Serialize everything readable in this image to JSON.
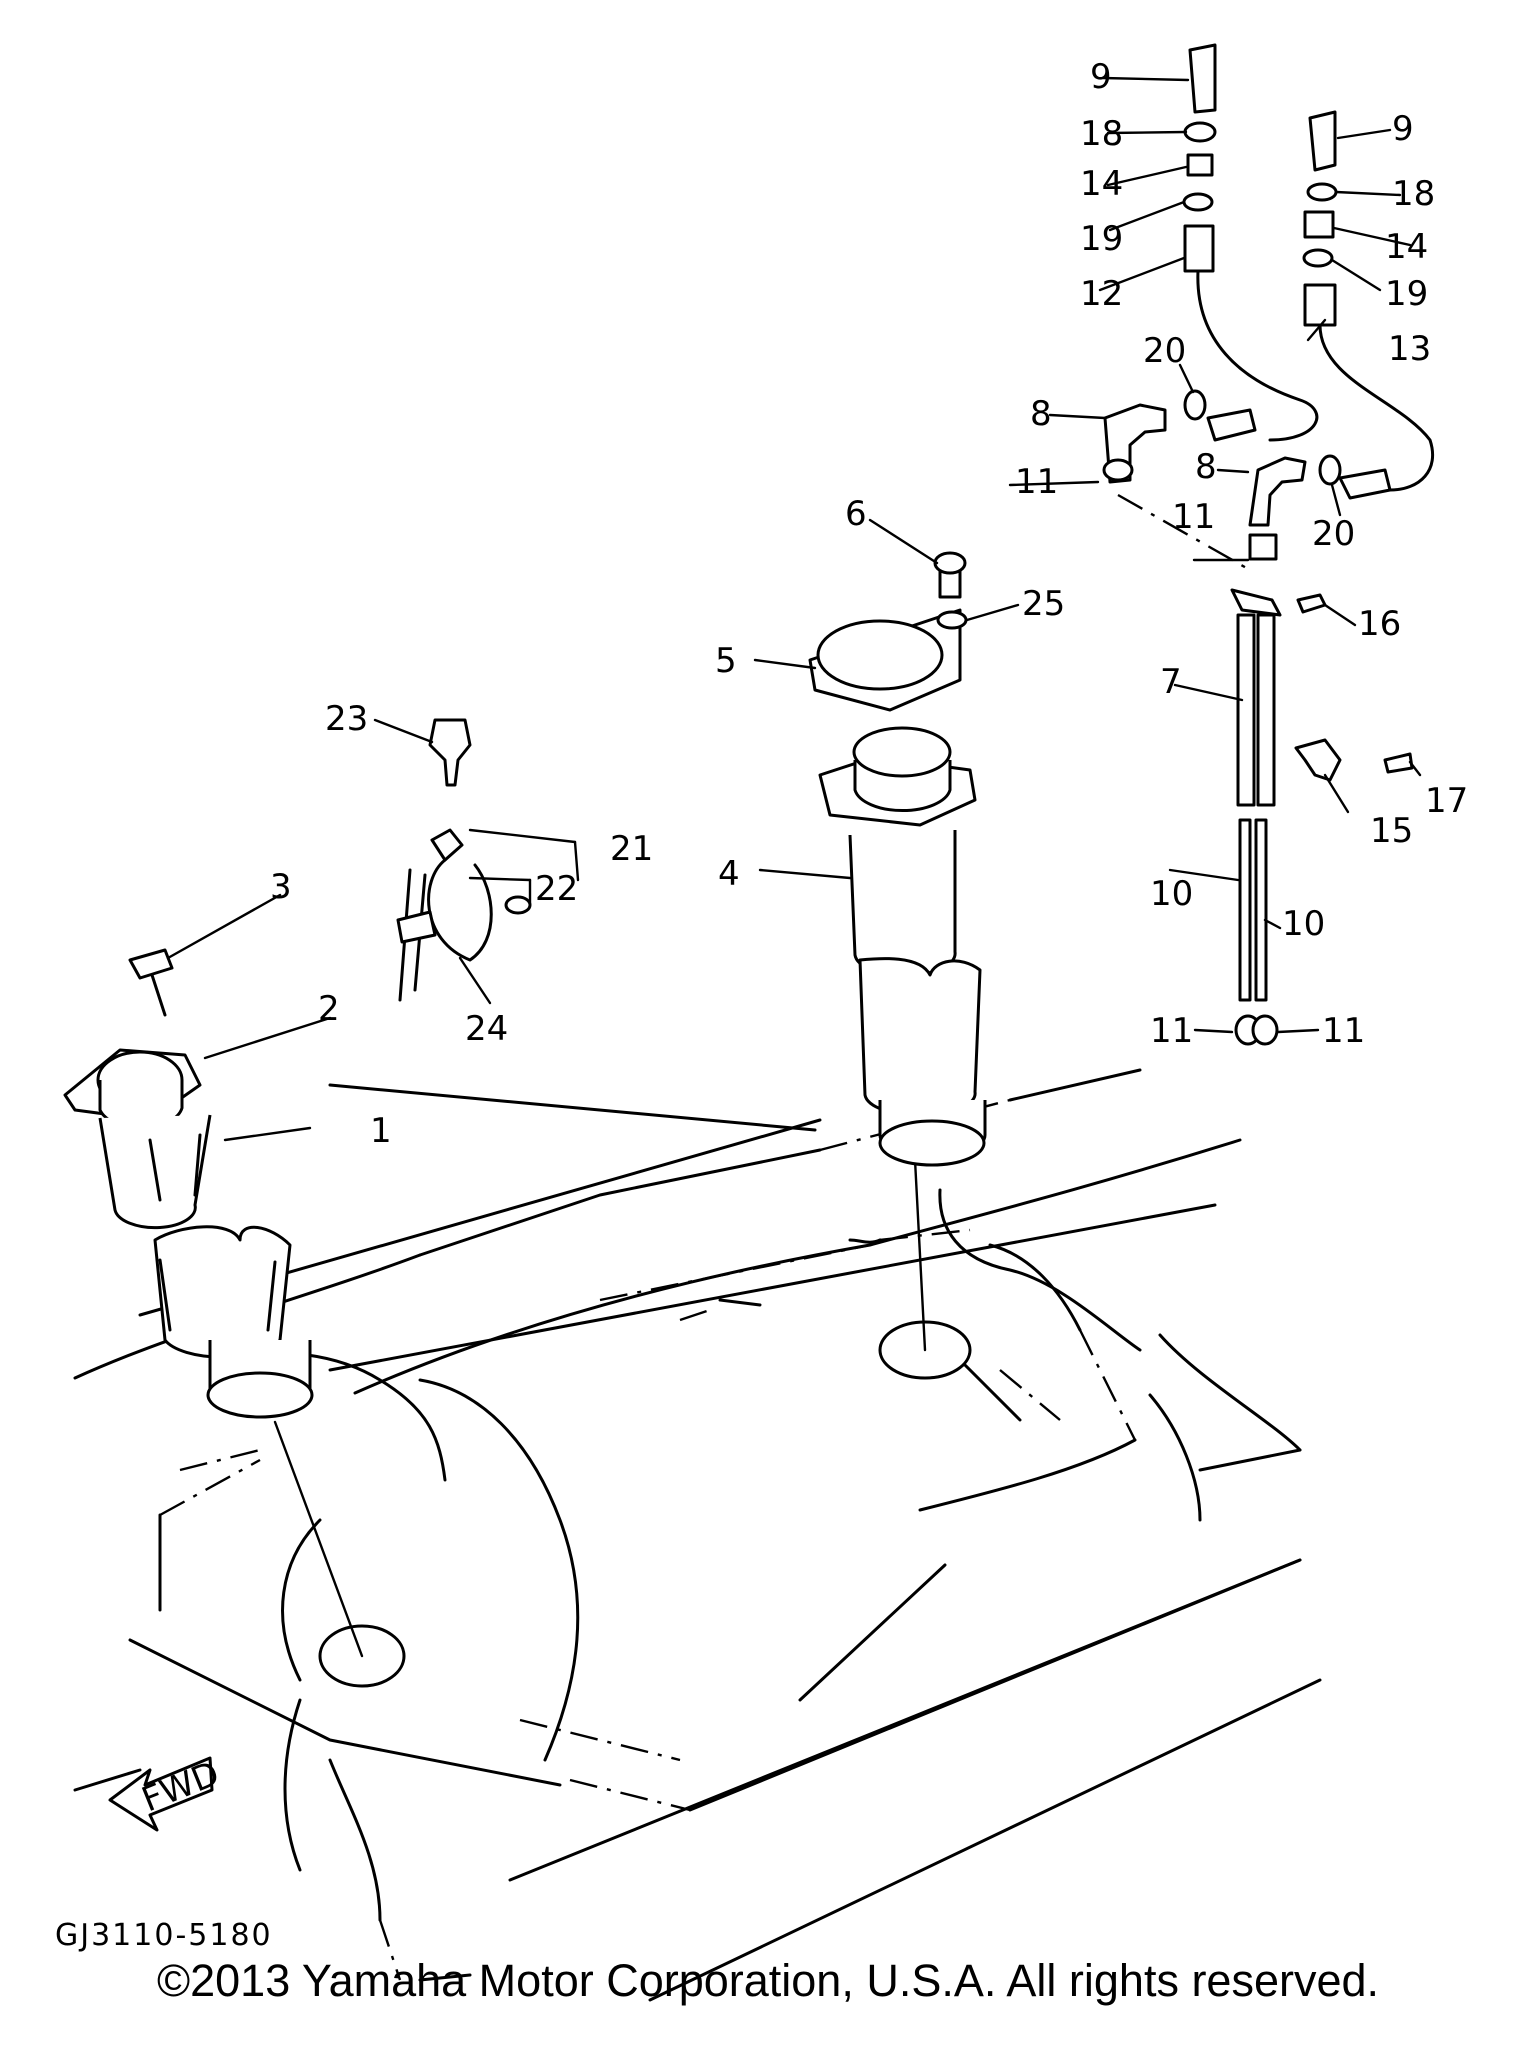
{
  "callouts": {
    "c1": "1",
    "c2": "2",
    "c3": "3",
    "c4": "4",
    "c5": "5",
    "c6": "6",
    "c7": "7",
    "c8a": "8",
    "c8b": "8",
    "c9a": "9",
    "c9b": "9",
    "c10a": "10",
    "c10b": "10",
    "c11a": "11",
    "c11b": "11",
    "c11c": "11",
    "c11d": "11",
    "c12": "12",
    "c13": "13",
    "c14a": "14",
    "c14b": "14",
    "c15": "15",
    "c16": "16",
    "c17": "17",
    "c18a": "18",
    "c18b": "18",
    "c19a": "19",
    "c19b": "19",
    "c20a": "20",
    "c20b": "20",
    "c21": "21",
    "c22": "22",
    "c23": "23",
    "c24": "24",
    "c25": "25"
  },
  "direction_label": "FWD",
  "drawing_code": "GJ3110-5180",
  "copyright": "©2013 Yamaha Motor Corporation, U.S.A. All rights reserved."
}
